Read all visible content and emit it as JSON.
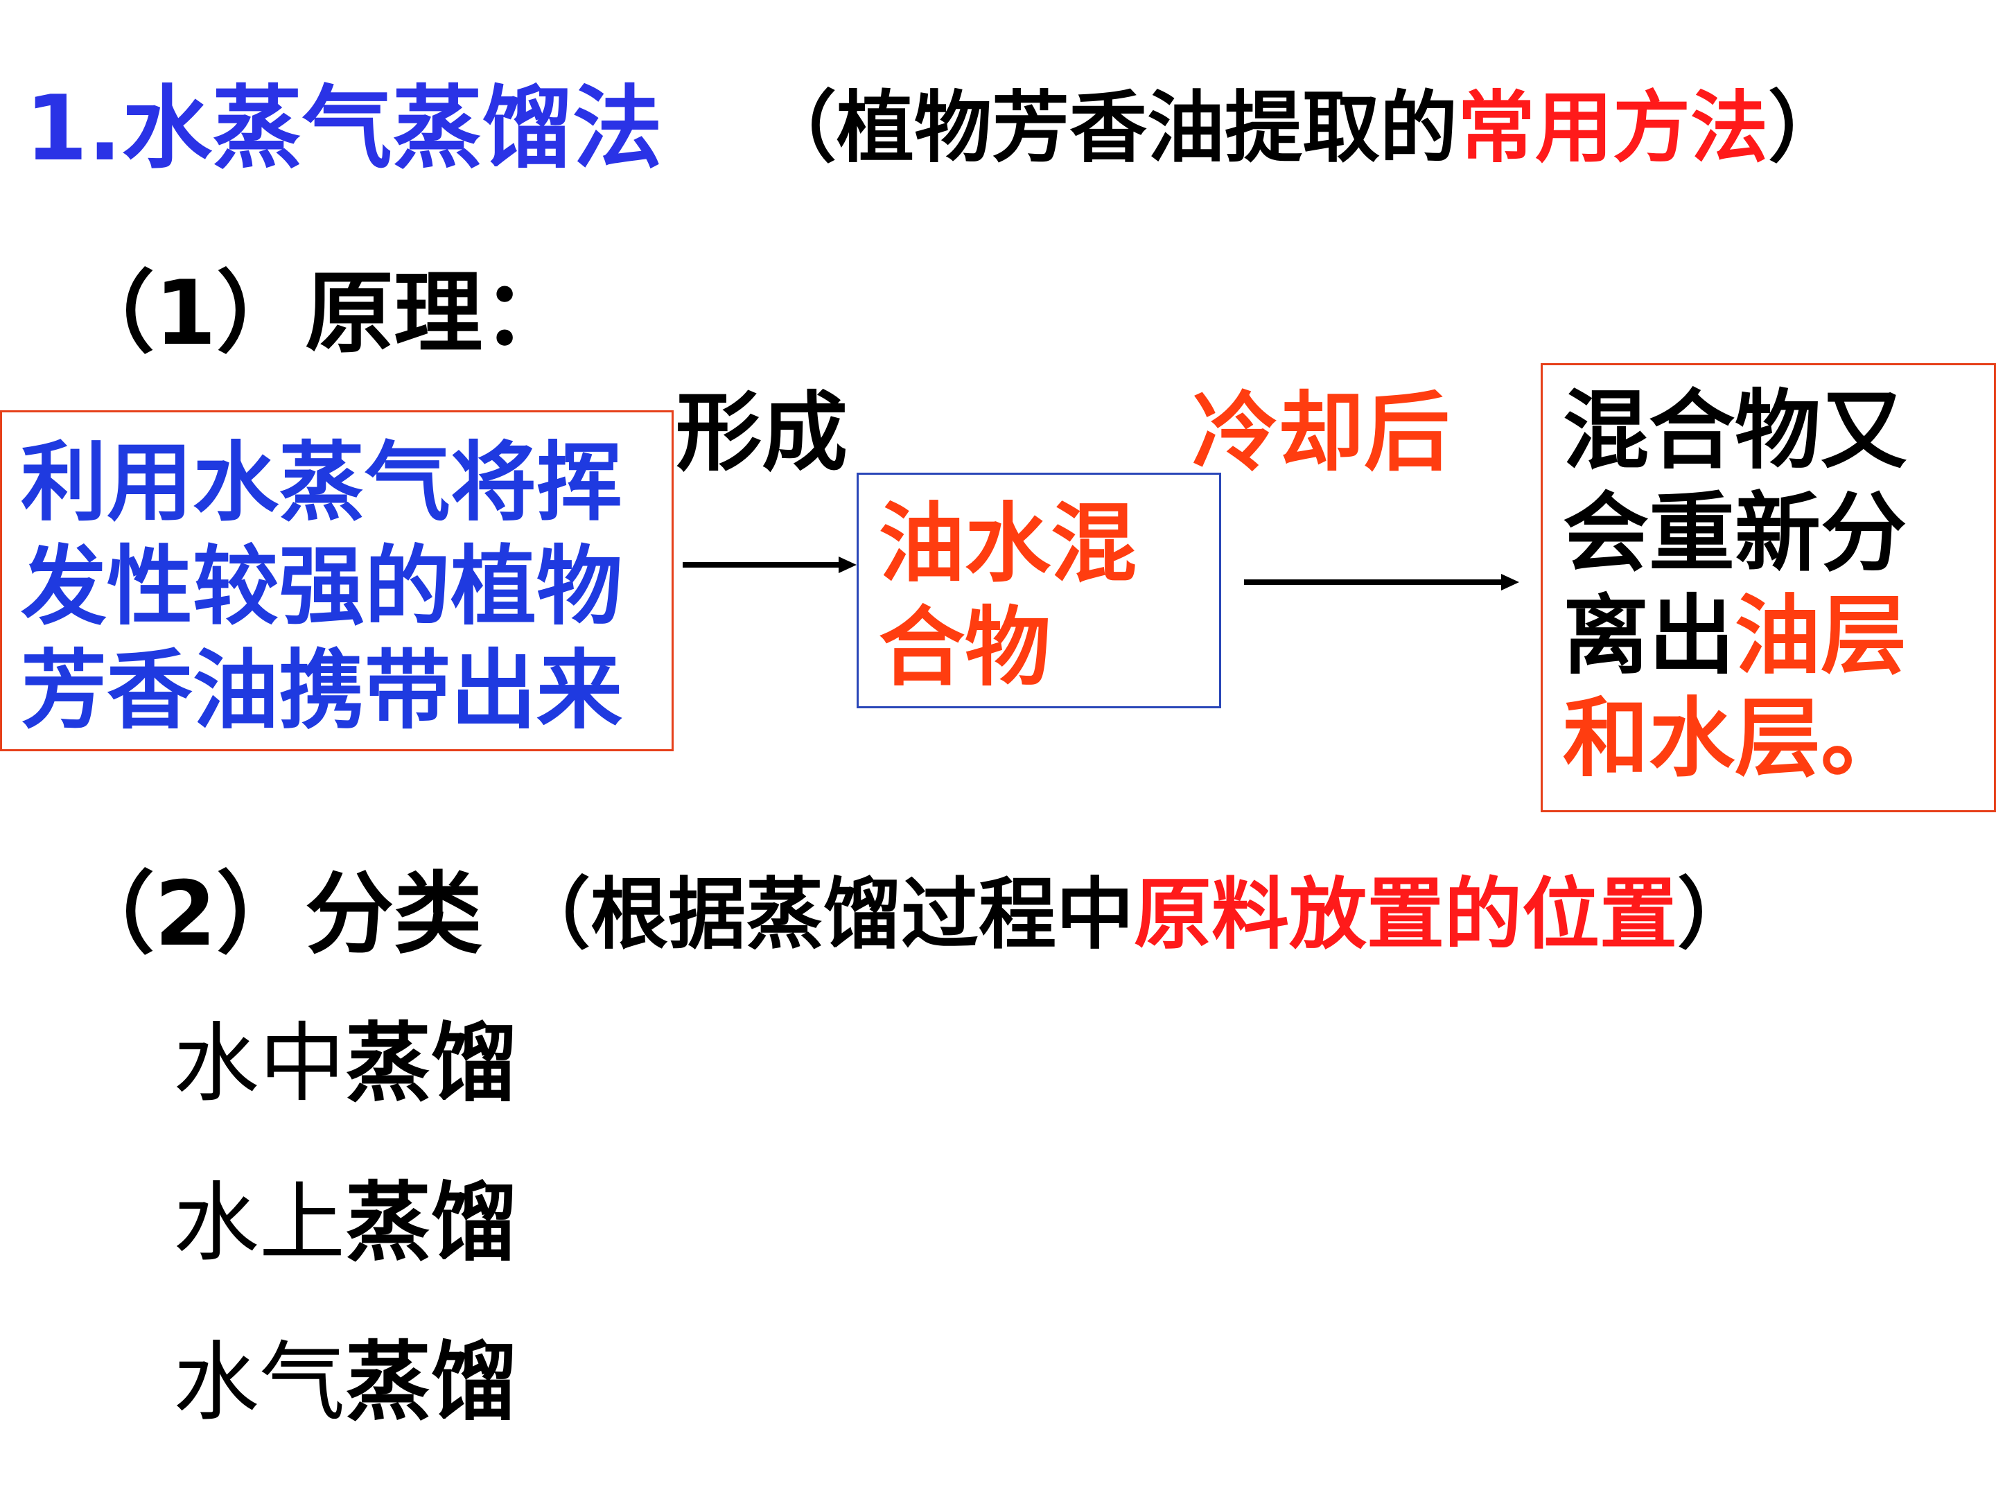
{
  "title": {
    "main": "1.水蒸气蒸馏法",
    "note_open": "（植物芳香油提取的",
    "note_highlight": "常用方法",
    "note_close": "）"
  },
  "principle": {
    "heading": "（1）原理：",
    "left_box": "利用水蒸气将挥发性较强的植物芳香油携带出来",
    "arrow1_label": "形成",
    "middle_box": "油水混合物",
    "arrow2_label": "冷却后",
    "right_box_black": "混合物又会重新分离出",
    "right_box_red": "油层和水层。"
  },
  "classification": {
    "heading": "（2）分类",
    "note_open": "（根据蒸馏过程中",
    "note_highlight": "原料放置的位置",
    "note_close": "）",
    "methods": [
      {
        "prefix": "水中",
        "suffix": "蒸馏"
      },
      {
        "prefix": "水上",
        "suffix": "蒸馏"
      },
      {
        "prefix": "水气",
        "suffix": "蒸馏"
      }
    ]
  },
  "colors": {
    "title_blue": "#2a33e6",
    "highlight_red": "#ff1a1a",
    "orange_red": "#ff3d10",
    "text_black": "#000000"
  }
}
